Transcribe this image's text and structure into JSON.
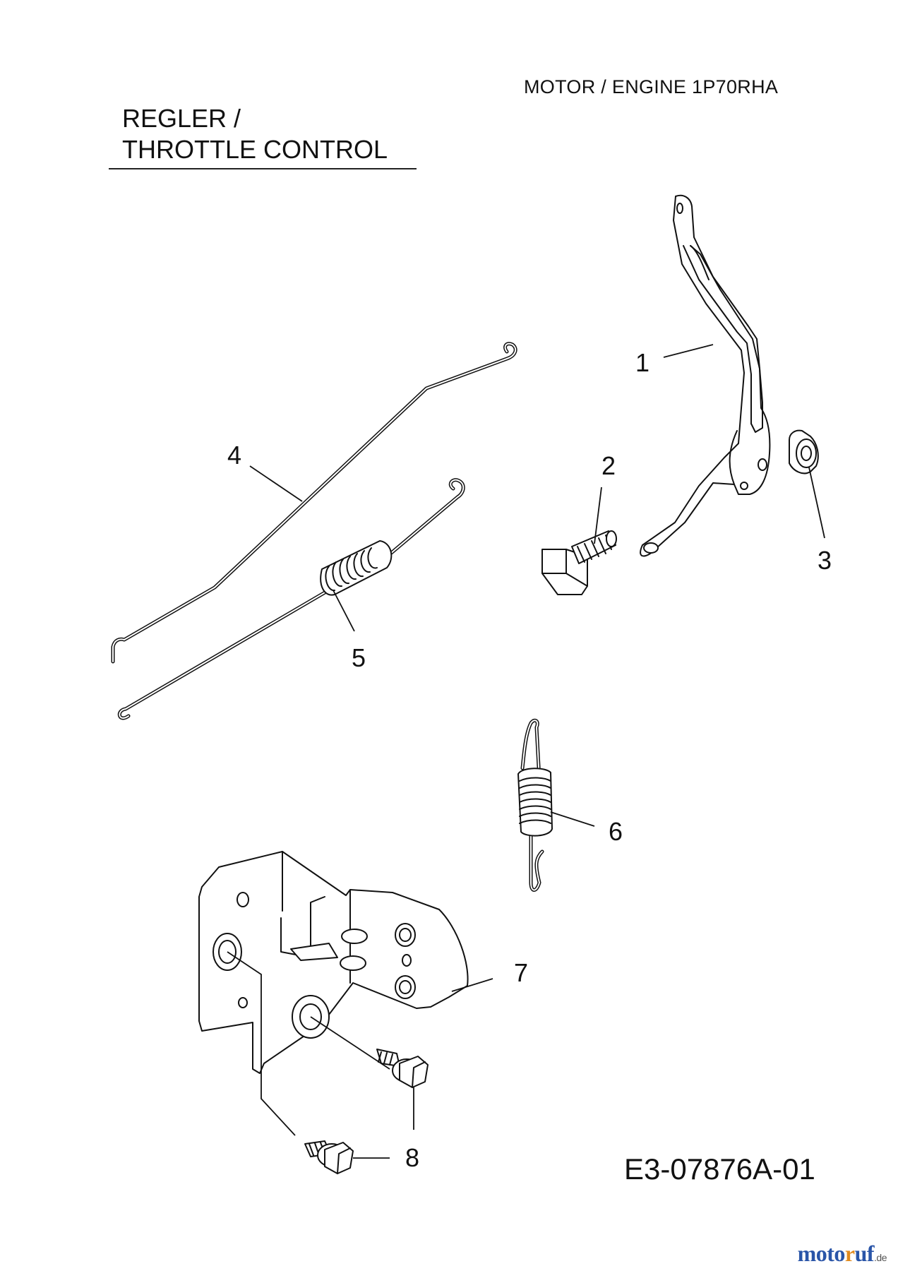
{
  "header": {
    "engine": "MOTOR / ENGINE  1P70RHA",
    "title_line1": "REGLER /",
    "title_line2": "THROTTLE CONTROL"
  },
  "callouts": [
    "1",
    "2",
    "3",
    "4",
    "5",
    "6",
    "7",
    "8"
  ],
  "drawing_code": "E3-07876A-01",
  "logo": {
    "a": "moto",
    "b": "r",
    "c": "uf",
    "tld": ".de"
  }
}
